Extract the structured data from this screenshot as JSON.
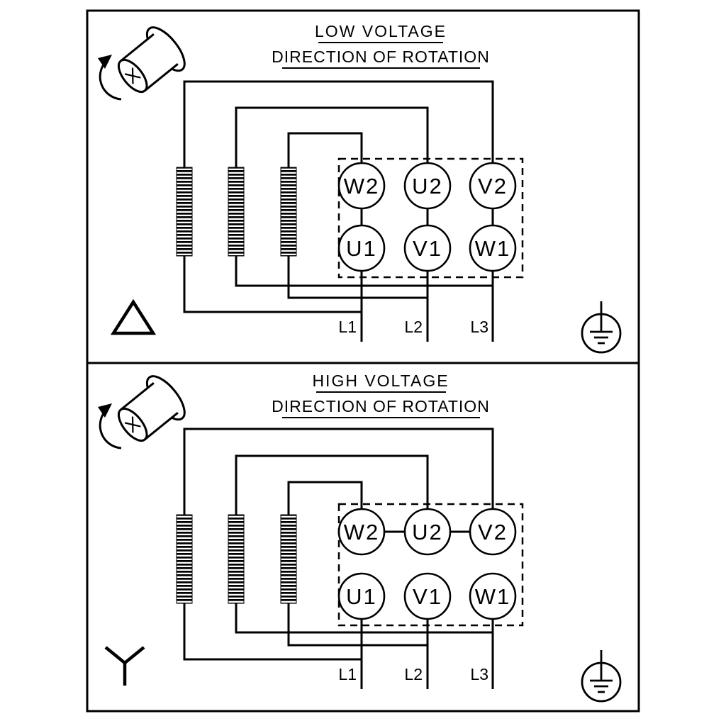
{
  "panels": [
    {
      "id": "low-voltage",
      "title": "LOW VOLTAGE",
      "subtitle": "DIRECTION OF ROTATION",
      "connection_symbol": "delta",
      "terminals_top": [
        "W2",
        "U2",
        "V2"
      ],
      "terminals_bottom": [
        "U1",
        "V1",
        "W1"
      ],
      "lines": [
        "L1",
        "L2",
        "L3"
      ],
      "icons": [
        "shaft-rotation-icon",
        "delta-symbol",
        "earth-ground-icon"
      ]
    },
    {
      "id": "high-voltage",
      "title": "HIGH VOLTAGE",
      "subtitle": "DIRECTION OF ROTATION",
      "connection_symbol": "star",
      "terminals_top": [
        "W2",
        "U2",
        "V2"
      ],
      "terminals_bottom": [
        "U1",
        "V1",
        "W1"
      ],
      "lines": [
        "L1",
        "L2",
        "L3"
      ],
      "icons": [
        "shaft-rotation-icon",
        "star-symbol",
        "earth-ground-icon"
      ]
    }
  ],
  "colors": {
    "line": "#000000",
    "background": "#ffffff"
  }
}
